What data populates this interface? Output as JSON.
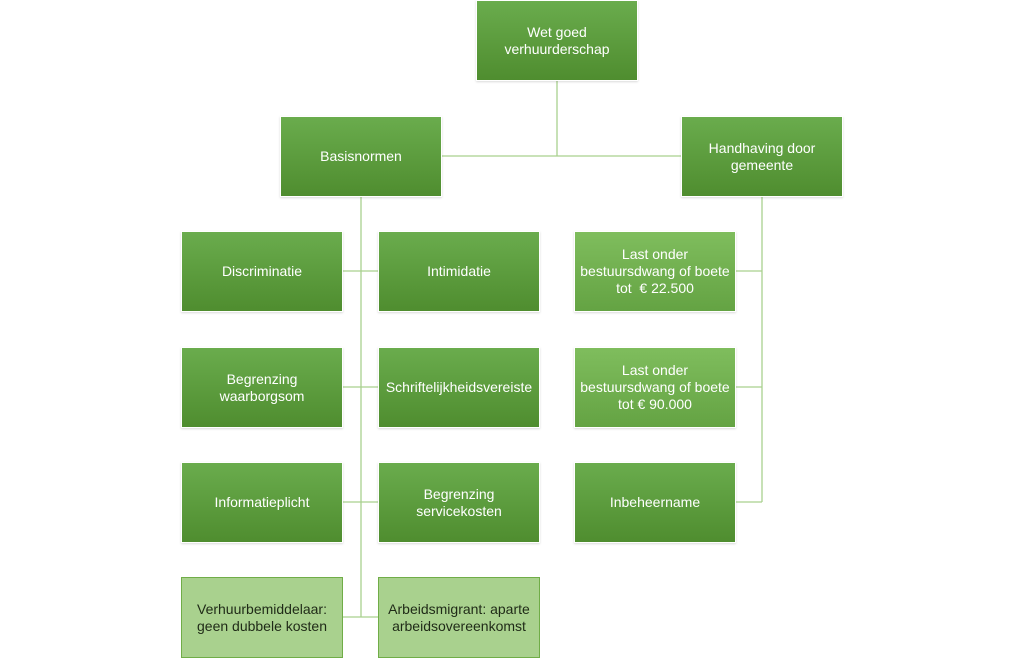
{
  "diagram": {
    "root": {
      "line1": "Wet goed",
      "line2": "verhuurderschap"
    },
    "basisnormen": {
      "label": "Basisnormen"
    },
    "handhaving": {
      "line1": "Handhaving door",
      "line2": "gemeente"
    },
    "left_column": {
      "discriminatie": "Discriminatie",
      "begrenzing_waarborgsom": {
        "line1": "Begrenzing",
        "line2": "waarborgsom"
      },
      "informatieplicht": "Informatieplicht",
      "verhuurbemiddelaar": {
        "line1": "Verhuurbemiddelaar:",
        "line2": "geen dubbele kosten"
      }
    },
    "middle_column": {
      "intimidatie": "Intimidatie",
      "schriftelijkheidsvereiste": "Schriftelijkheidsvereiste",
      "begrenzing_servicekosten": "Begrenzing servicekosten",
      "arbeidsmigrant": {
        "line1": "Arbeidsmigrant: aparte",
        "line2": "arbeidsovereenkomst"
      }
    },
    "right_column": {
      "last_onder_1": {
        "line1": "Last onder",
        "line2": "bestuursdwang of boete",
        "line3": "tot  € 22.500"
      },
      "last_onder_2": {
        "line1": "Last onder",
        "line2": "bestuursdwang of boete",
        "line3": "tot € 90.000"
      },
      "inbeheername": "Inbeheername"
    },
    "colors": {
      "box_dark": "#4f8d2f",
      "box_light": "#6aac4d",
      "box_pale": "#a9d18e",
      "connector": "#a9d18e",
      "text": "#ffffff"
    }
  }
}
